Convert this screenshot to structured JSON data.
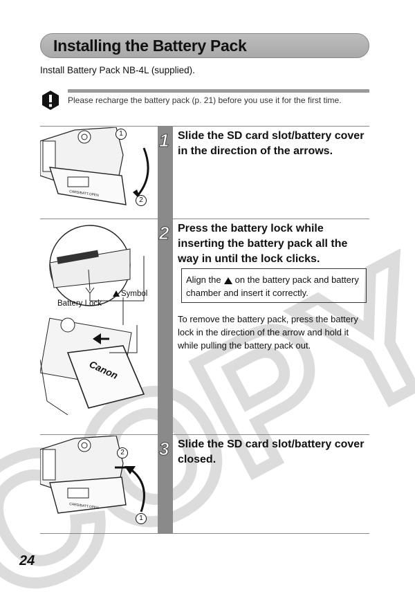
{
  "header": {
    "title": "Installing the Battery Pack"
  },
  "intro": "Install Battery Pack NB-4L (supplied).",
  "caution": {
    "icon": "caution-icon",
    "text": "Please recharge the battery pack (p. 21) before you use it for the first time."
  },
  "steps": [
    {
      "number": "1",
      "title": "Slide the SD card slot/battery cover in the direction of the arrows."
    },
    {
      "number": "2",
      "title": "Press the battery lock while inserting the battery pack all the way in until the lock clicks.",
      "note_pre": "Align the",
      "note_post": "on the battery pack and battery chamber and insert it correctly.",
      "body": "To remove the battery pack, press the battery lock in the direction of the arrow and hold it while pulling the battery pack out."
    },
    {
      "number": "3",
      "title": "Slide the SD card slot/battery cover closed."
    }
  ],
  "illustration_labels": {
    "step1_marks": [
      "1",
      "2"
    ],
    "battery_lock": "Battery Lock",
    "symbol": "Symbol",
    "step3_marks": [
      "2",
      "1"
    ],
    "cover_text": "CARD/BATT.OPEN",
    "brand": "Canon"
  },
  "watermark": "COPY",
  "page_number": "24"
}
